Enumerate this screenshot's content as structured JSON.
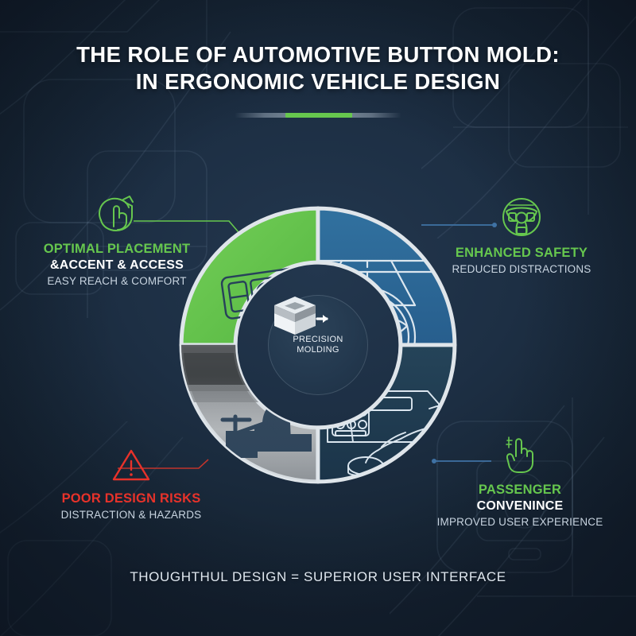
{
  "colors": {
    "background_dark": "#17273a",
    "green": "#66c74e",
    "red": "#e8322a",
    "blue_quadrant": "#2c6a9e",
    "dark_blue_quadrant": "#1f3d55",
    "ring_border": "#dfe5ea",
    "white": "#ffffff",
    "muted_text": "#c8d4e0"
  },
  "header": {
    "title_line1": "THE ROLE OF AUTOMOTIVE BUTTON MOLD:",
    "title_line2": "IN ERGONOMIC VEHICLE DESIGN"
  },
  "center": {
    "label_line1": "PRECISION",
    "label_line2": "MOLDING",
    "icon": "mold-box-icon",
    "arrow_icon": "arrow-right-icon"
  },
  "quadrants": [
    {
      "id": "optimal-placement",
      "position": "top-left",
      "fill_color": "#66c74e",
      "illustration": "button-panel-with-pointing-hand"
    },
    {
      "id": "enhanced-safety",
      "position": "top-right",
      "fill_color": "#2c6a9e",
      "illustration": "steering-wheel-with-road-lane"
    },
    {
      "id": "poor-design-risks",
      "position": "bottom-left",
      "fill_color": "#8f9499",
      "illustration": "grayscale-driver-foggy-road-photo"
    },
    {
      "id": "passenger-convenience",
      "position": "bottom-right",
      "fill_color": "#1f3d55",
      "illustration": "passenger-seat-console-line-art"
    }
  ],
  "nodes": [
    {
      "id": "optimal-placement",
      "icon": "hand-touch-icon",
      "icon_color": "#66c74e",
      "line1": "OPTIMAL PLACEMENT",
      "line2": "&ACCENT & ACCESS",
      "line3": "EASY REACH & COMFORT",
      "line1_color": "#66c74e",
      "connector_color": "#66c74e"
    },
    {
      "id": "enhanced-safety",
      "icon": "steering-wheel-icon",
      "icon_color": "#66c74e",
      "line1": "ENHANCED SAFETY",
      "line2": "",
      "line3": "REDUCED DISTRACTIONS",
      "line1_color": "#66c74e",
      "connector_color": "#3f72a4"
    },
    {
      "id": "poor-design-risks",
      "icon": "warning-triangle-icon",
      "icon_color": "#e8322a",
      "line1": "POOR DESIGN RISKS",
      "line2": "",
      "line3": "DISTRACTION & HAZARDS",
      "line1_color": "#e8322a",
      "connector_color": "#c1342c"
    },
    {
      "id": "passenger-convenience",
      "icon": "pointing-finger-icon",
      "icon_color": "#66c74e",
      "line1": "PASSENGER",
      "line2": "CONVENINCE",
      "line3": "IMPROVED USER EXPERIENCE",
      "line1_color": "#66c74e",
      "connector_color": "#3f72a4"
    }
  ],
  "footer": {
    "text": "THOUGHTHUL DESIGN = SUPERIOR USER INTERFACE"
  }
}
